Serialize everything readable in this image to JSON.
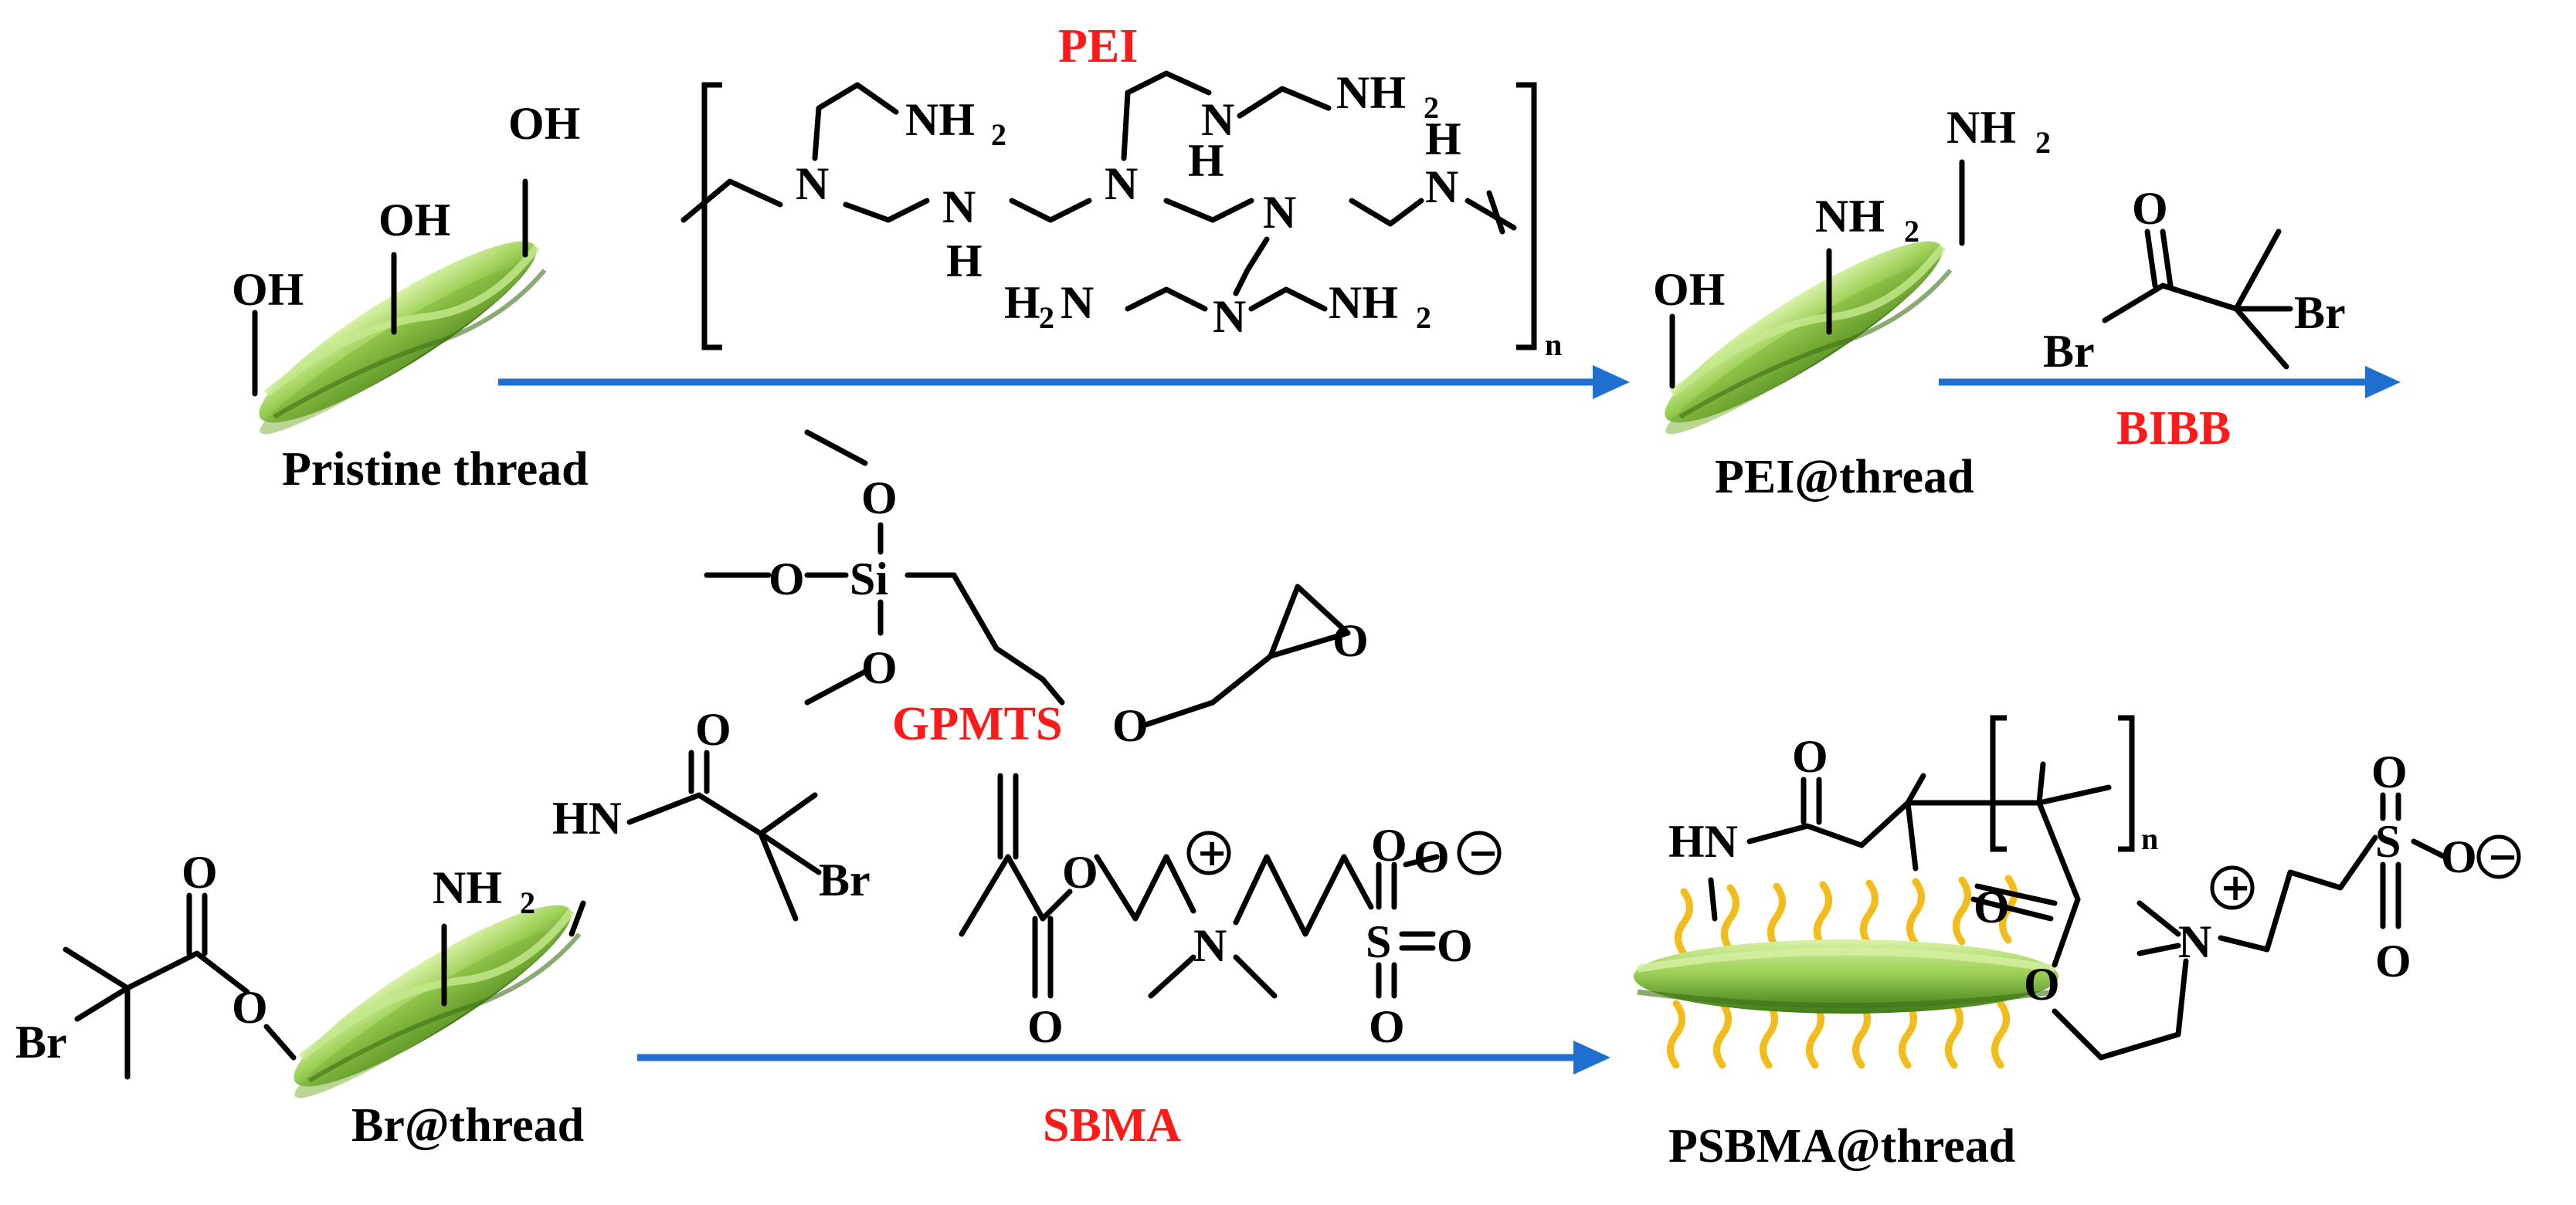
{
  "reagents": {
    "pei": "PEI",
    "bibb": "BIBB",
    "gpmts": "GPMTS",
    "sbma": "SBMA"
  },
  "products": {
    "pristine": "Pristine thread",
    "pei_thread": "PEI@thread",
    "br_thread": "Br@thread",
    "psbma_thread": "PSBMA@thread"
  },
  "atoms": {
    "oh": "OH",
    "nh": "NH",
    "hn": "HN",
    "n": "N",
    "h": "H",
    "o": "O",
    "br": "Br",
    "si": "Si",
    "h2n": "H",
    "two": "2",
    "n_sub": "n",
    "plus": "+",
    "minus": "−"
  },
  "colors": {
    "reagent_text": "#ff1a1a",
    "arrow": "#1f6fd1",
    "thread_light": "#b8e27a",
    "thread_dark": "#4f8a1e",
    "brush": "#f2bd1c"
  }
}
